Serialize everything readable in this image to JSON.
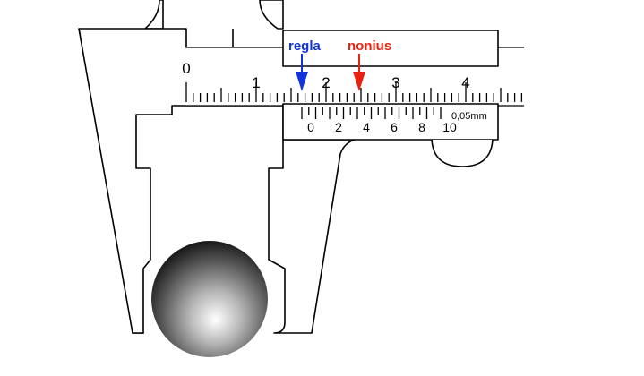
{
  "main_scale": {
    "labels": [
      "0",
      "1",
      "2",
      "3",
      "4"
    ]
  },
  "vernier": {
    "labels": [
      "0",
      "2",
      "4",
      "6",
      "8",
      "10"
    ],
    "resolution_label": "0,05mm"
  },
  "annotations": {
    "regla": {
      "text": "regla",
      "color": "#1033dd"
    },
    "nonius": {
      "text": "nonius",
      "color": "#e8220e"
    }
  }
}
